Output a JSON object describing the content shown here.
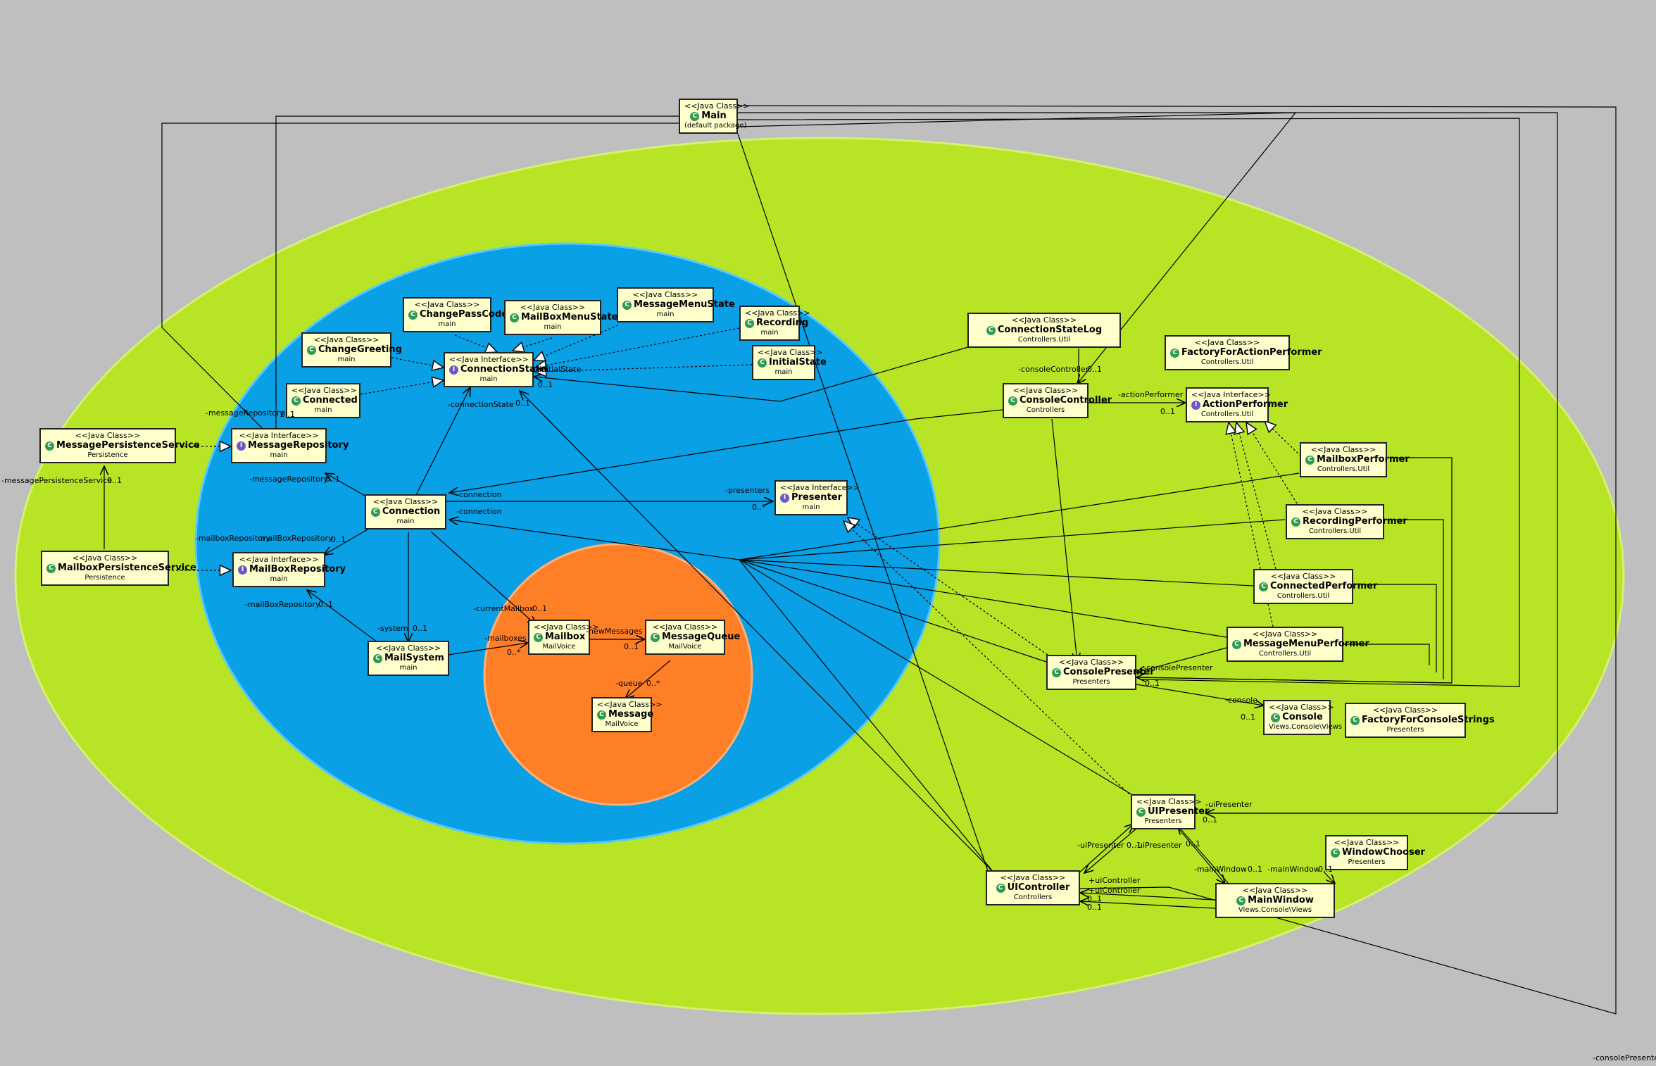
{
  "classes": {
    "main_cls": {
      "stereotype": "<<Java Class>>",
      "name": "Main",
      "package": "(default package)",
      "kind": "class"
    },
    "changepass": {
      "stereotype": "<<Java Class>>",
      "name": "ChangePassCode",
      "package": "main",
      "kind": "class"
    },
    "mailboxmenu": {
      "stereotype": "<<Java Class>>",
      "name": "MailBoxMenuState",
      "package": "main",
      "kind": "class"
    },
    "messagemenustate": {
      "stereotype": "<<Java Class>>",
      "name": "MessageMenuState",
      "package": "main",
      "kind": "class"
    },
    "recording": {
      "stereotype": "<<Java Class>>",
      "name": "Recording",
      "package": "main",
      "kind": "class"
    },
    "changegreeting": {
      "stereotype": "<<Java Class>>",
      "name": "ChangeGreeting",
      "package": "main",
      "kind": "class"
    },
    "connectionstate": {
      "stereotype": "<<Java Interface>>",
      "name": "ConnectionState",
      "package": "main",
      "kind": "interface"
    },
    "initialstate": {
      "stereotype": "<<Java Class>>",
      "name": "InitialState",
      "package": "main",
      "kind": "class"
    },
    "connected": {
      "stereotype": "<<Java Class>>",
      "name": "Connected",
      "package": "main",
      "kind": "class"
    },
    "msgrepo": {
      "stereotype": "<<Java Interface>>",
      "name": "MessageRepository",
      "package": "main",
      "kind": "interface"
    },
    "msgpersist": {
      "stereotype": "<<Java Class>>",
      "name": "MessagePersistenceService",
      "package": "Persistence",
      "kind": "class"
    },
    "connection": {
      "stereotype": "<<Java Class>>",
      "name": "Connection",
      "package": "main",
      "kind": "class"
    },
    "presenter": {
      "stereotype": "<<Java Interface>>",
      "name": "Presenter",
      "package": "main",
      "kind": "interface"
    },
    "mbpersist": {
      "stereotype": "<<Java Class>>",
      "name": "MailboxPersistenceService",
      "package": "Persistence",
      "kind": "class"
    },
    "mbrepo": {
      "stereotype": "<<Java Interface>>",
      "name": "MailBoxRepository",
      "package": "main",
      "kind": "interface"
    },
    "mailsystem": {
      "stereotype": "<<Java Class>>",
      "name": "MailSystem",
      "package": "main",
      "kind": "class"
    },
    "mailbox": {
      "stereotype": "<<Java Class>>",
      "name": "Mailbox",
      "package": "MailVoice",
      "kind": "class"
    },
    "messagequeue": {
      "stereotype": "<<Java Class>>",
      "name": "MessageQueue",
      "package": "MailVoice",
      "kind": "class"
    },
    "message": {
      "stereotype": "<<Java Class>>",
      "name": "Message",
      "package": "MailVoice",
      "kind": "class"
    },
    "connstatelog": {
      "stereotype": "<<Java Class>>",
      "name": "ConnectionStateLog",
      "package": "Controllers.Util",
      "kind": "class"
    },
    "factoryaction": {
      "stereotype": "<<Java Class>>",
      "name": "FactoryForActionPerformer",
      "package": "Controllers.Util",
      "kind": "class"
    },
    "consolecontroller": {
      "stereotype": "<<Java Class>>",
      "name": "ConsoleController",
      "package": "Controllers",
      "kind": "class"
    },
    "actionperformer": {
      "stereotype": "<<Java Interface>>",
      "name": "ActionPerformer",
      "package": "Controllers.Util",
      "kind": "interface"
    },
    "mailboxperformer": {
      "stereotype": "<<Java Class>>",
      "name": "MailboxPerformer",
      "package": "Controllers.Util",
      "kind": "class"
    },
    "recordingperformer": {
      "stereotype": "<<Java Class>>",
      "name": "RecordingPerformer",
      "package": "Controllers.Util",
      "kind": "class"
    },
    "connectedperformer": {
      "stereotype": "<<Java Class>>",
      "name": "ConnectedPerformer",
      "package": "Controllers.Util",
      "kind": "class"
    },
    "msgmenuperformer": {
      "stereotype": "<<Java Class>>",
      "name": "MessageMenuPerformer",
      "package": "Controllers.Util",
      "kind": "class"
    },
    "consolepresenter": {
      "stereotype": "<<Java Class>>",
      "name": "ConsolePresenter",
      "package": "Presenters",
      "kind": "class"
    },
    "console": {
      "stereotype": "<<Java Class>>",
      "name": "Console",
      "package": "Views.Console\\Views",
      "kind": "class"
    },
    "factoryconsole": {
      "stereotype": "<<Java Class>>",
      "name": "FactoryForConsoleStrings",
      "package": "Presenters",
      "kind": "class"
    },
    "uipresenter": {
      "stereotype": "<<Java Class>>",
      "name": "UIPresenter",
      "package": "Presenters",
      "kind": "class"
    },
    "windowchooser": {
      "stereotype": "<<Java Class>>",
      "name": "WindowChooser",
      "package": "Presenters",
      "kind": "class"
    },
    "uicontroller": {
      "stereotype": "<<Java Class>>",
      "name": "UIController",
      "package": "Controllers",
      "kind": "class"
    },
    "mainwindow": {
      "stereotype": "<<Java Class>>",
      "name": "MainWindow",
      "package": "Views.Console\\Views",
      "kind": "class"
    }
  },
  "labels": {
    "l1": "-messageRepository",
    "l2": "0..1",
    "l3": "-messagePersistenceService",
    "l4": "0..1",
    "l5": "-messageRepository",
    "l6": "0..1",
    "l7": "-connectionState",
    "l8": "0..1",
    "l9": "-mailboxRepository",
    "l10": "-mailBoxRepository",
    "l11": "0..1",
    "l12": "-mailBoxRepository",
    "l13": "0..1",
    "l14": "-connection",
    "l15": "-connection",
    "l16": "-presenters",
    "l17": "0..*",
    "l18": "-system",
    "l19": "0..1",
    "l20": "-currentMailbox",
    "l21": "0..1",
    "l22": "-mailboxes",
    "l23": "0..*",
    "l24": "-newMessages",
    "l25": "0..1",
    "l26": "-queue",
    "l27": "0..*",
    "l28": "-consoleController",
    "l29": "0..1",
    "l30": "-actionPerformer",
    "l31": "0..1",
    "l32": "-consolePresenter",
    "l33": "0..1",
    "l34": "-console",
    "l35": "0..1",
    "l36": "-uiPresenter",
    "l37": "0..1",
    "l38": "-uiPresenter",
    "l39": "0..1",
    "l40": "-uiPresenter",
    "l41": "0..1",
    "l42": "-mainWindow",
    "l43": "0..1",
    "l44": "-mainWindow",
    "l45": "0..1",
    "l46": "+uiController",
    "l47": "+uiController",
    "l48": "0..1",
    "l49": "0..1",
    "l50": "-consolePresenter",
    "l51": "-initialState",
    "l52": "0..1"
  },
  "colors": {
    "background": "#bfbfbf",
    "outer_region": "#b8e426",
    "middle_region": "#0aa0e6",
    "inner_region": "#ff7f27",
    "class_fill": "#ffffcc",
    "class_icon": "#2e9a52",
    "interface_icon": "#6b57c9"
  }
}
